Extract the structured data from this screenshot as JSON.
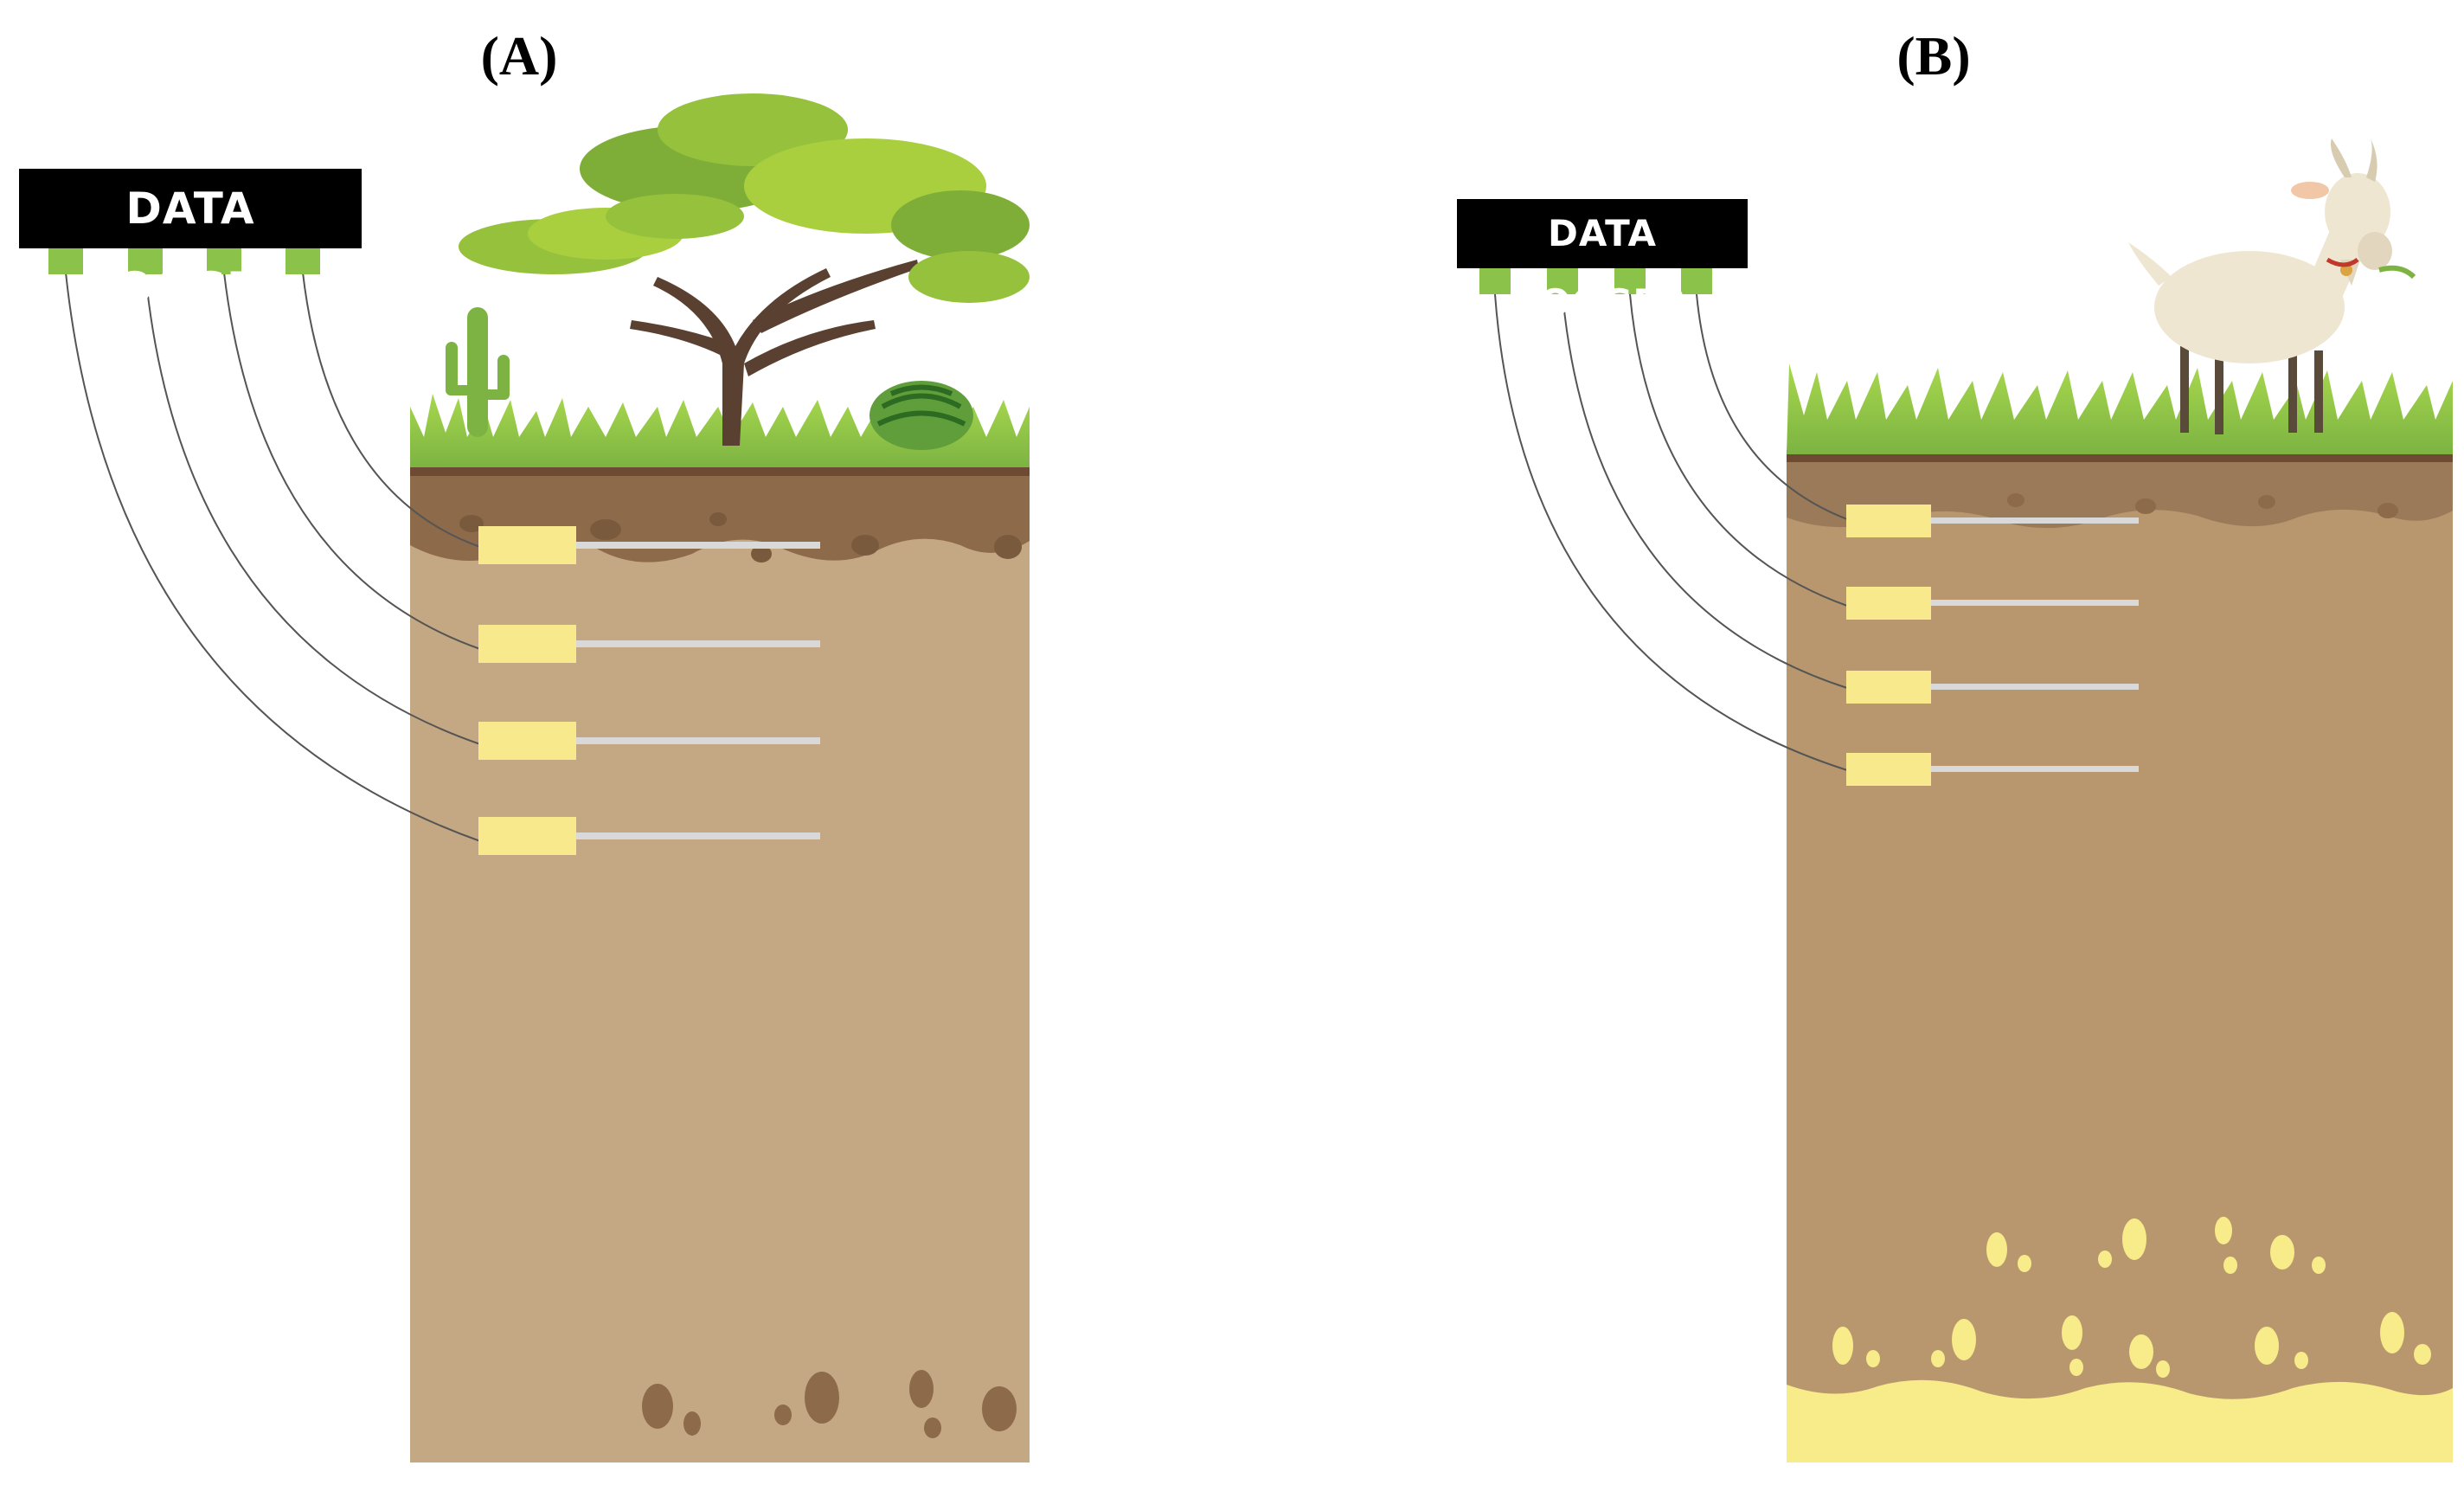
{
  "panels": [
    {
      "label": "(A)",
      "logger_text": "DATA LOGGER"
    },
    {
      "label": "(B)",
      "logger_text": "DATA LOGGER"
    }
  ],
  "colors": {
    "soil_a": "#c4a883",
    "soil_b": "#b8976e",
    "topsoil": "#8c6a4a",
    "soil_line": "#6e4a32",
    "sensor": "#f8e98c",
    "sensor_rod": "#d9d9d9",
    "port": "#8bc34a",
    "grass": "#8cc63f",
    "tree_canopy": "#95c13c",
    "tree_trunk": "#5a4030",
    "cactus": "#7cb342",
    "rock": "#8c6a4a",
    "calcrete": "#f7eb8a",
    "goat": "#efe6d2"
  },
  "icons": [
    "data-logger-box",
    "acacia-tree-icon",
    "cactus-icon",
    "watermelon-icon",
    "grass-icon",
    "goat-icon",
    "soil-moisture-sensor-icon"
  ]
}
